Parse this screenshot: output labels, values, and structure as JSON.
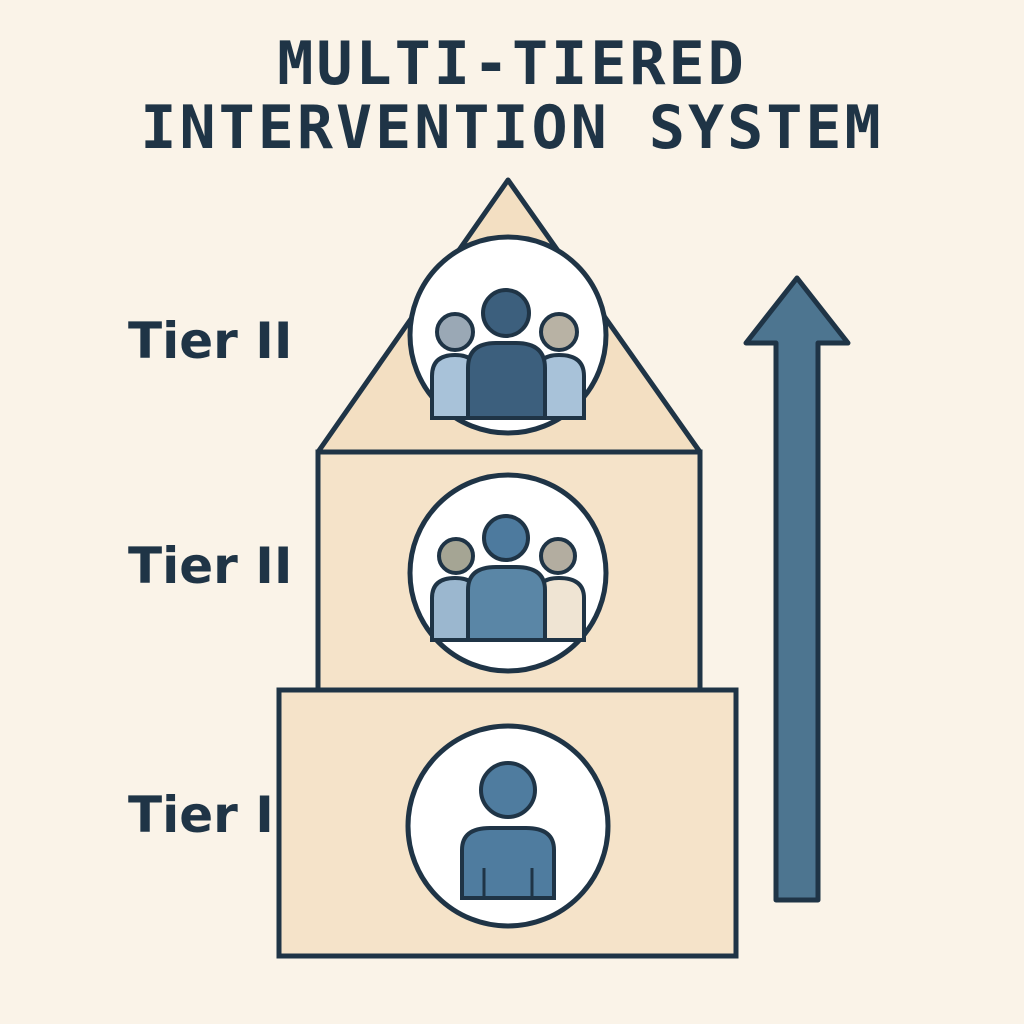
{
  "title": {
    "line1": "MULTI-TIERED",
    "line2": "INTERVENTION SYSTEM"
  },
  "tiers": [
    {
      "label": "Tier II",
      "icon": "group-icon"
    },
    {
      "label": "Tier II",
      "icon": "group-icon"
    },
    {
      "label": "Tier I",
      "icon": "person-icon"
    }
  ],
  "arrow": {
    "direction": "up",
    "icon": "up-arrow-icon"
  },
  "colors": {
    "background": "#faf3e8",
    "outline": "#1f3446",
    "tier_fill_top": "#f3dfc2",
    "tier_fill": "#f5e3c9",
    "arrow": "#4d7590",
    "person_dark": "#3c5f7d",
    "person_mid": "#5a86a6",
    "person_light": "#a8c2d9"
  }
}
